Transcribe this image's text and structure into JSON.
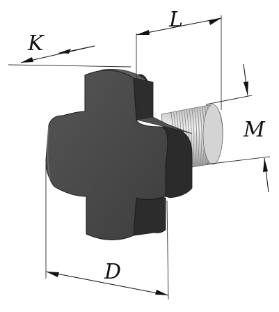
{
  "labels": {
    "K": "K",
    "L": "L",
    "M": "M",
    "D": "D"
  },
  "colors": {
    "front_face": "#4a4a4a",
    "side_face": "#2b2b2b",
    "top_face": "#5a5a5a",
    "thread_light": "#e0e0e0",
    "thread_dark": "#9a9a9a",
    "line": "#111111"
  }
}
